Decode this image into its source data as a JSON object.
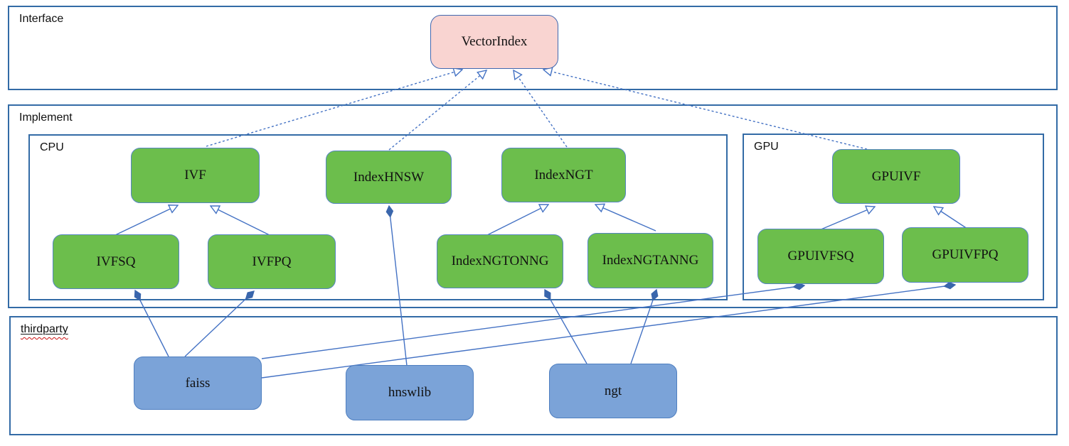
{
  "diagram": {
    "title_hint": "VectorIndex interface implementation diagram",
    "containers": {
      "interface": {
        "label": "Interface"
      },
      "implement": {
        "label": "Implement"
      },
      "cpu": {
        "label": "CPU"
      },
      "gpu": {
        "label": "GPU"
      },
      "thirdparty": {
        "label": "thirdparty",
        "spellcheck_underline": true
      }
    },
    "nodes": {
      "vectorindex": {
        "label": "VectorIndex",
        "kind": "interface"
      },
      "ivf": {
        "label": "IVF",
        "kind": "cpu-implementation"
      },
      "indexhnsw": {
        "label": "IndexHNSW",
        "kind": "cpu-implementation"
      },
      "indexngt": {
        "label": "IndexNGT",
        "kind": "cpu-implementation"
      },
      "ivfsq": {
        "label": "IVFSQ",
        "kind": "cpu-implementation"
      },
      "ivfpq": {
        "label": "IVFPQ",
        "kind": "cpu-implementation"
      },
      "indexngtonng": {
        "label": "IndexNGTONNG",
        "kind": "cpu-implementation"
      },
      "indexngtanng": {
        "label": "IndexNGTANNG",
        "kind": "cpu-implementation"
      },
      "gpuivf": {
        "label": "GPUIVF",
        "kind": "gpu-implementation"
      },
      "gpuivfsq": {
        "label": "GPUIVFSQ",
        "kind": "gpu-implementation"
      },
      "gpuivfpq": {
        "label": "GPUIVFPQ",
        "kind": "gpu-implementation"
      },
      "faiss": {
        "label": "faiss",
        "kind": "thirdparty-library"
      },
      "hnswlib": {
        "label": "hnswlib",
        "kind": "thirdparty-library"
      },
      "ngt": {
        "label": "ngt",
        "kind": "thirdparty-library"
      }
    },
    "relationships": [
      {
        "from": "IVF",
        "to": "VectorIndex",
        "type": "realization-dashed-hollow-arrow"
      },
      {
        "from": "IndexHNSW",
        "to": "VectorIndex",
        "type": "realization-dashed-hollow-arrow"
      },
      {
        "from": "IndexNGT",
        "to": "VectorIndex",
        "type": "realization-dashed-hollow-arrow"
      },
      {
        "from": "GPUIVF",
        "to": "VectorIndex",
        "type": "realization-dashed-hollow-arrow"
      },
      {
        "from": "IVFSQ",
        "to": "IVF",
        "type": "generalization-hollow-arrow"
      },
      {
        "from": "IVFPQ",
        "to": "IVF",
        "type": "generalization-hollow-arrow"
      },
      {
        "from": "IndexNGTONNG",
        "to": "IndexNGT",
        "type": "generalization-hollow-arrow"
      },
      {
        "from": "IndexNGTANNG",
        "to": "IndexNGT",
        "type": "generalization-hollow-arrow"
      },
      {
        "from": "GPUIVFSQ",
        "to": "GPUIVF",
        "type": "generalization-hollow-arrow"
      },
      {
        "from": "GPUIVFPQ",
        "to": "GPUIVF",
        "type": "generalization-hollow-arrow"
      },
      {
        "from": "faiss",
        "to": "IVFSQ",
        "type": "composition-filled-diamond"
      },
      {
        "from": "faiss",
        "to": "IVFPQ",
        "type": "composition-filled-diamond"
      },
      {
        "from": "faiss",
        "to": "GPUIVFSQ",
        "type": "composition-filled-diamond"
      },
      {
        "from": "faiss",
        "to": "GPUIVFPQ",
        "type": "composition-filled-diamond"
      },
      {
        "from": "hnswlib",
        "to": "IndexHNSW",
        "type": "composition-filled-diamond"
      },
      {
        "from": "ngt",
        "to": "IndexNGTONNG",
        "type": "composition-filled-diamond"
      },
      {
        "from": "ngt",
        "to": "IndexNGTANNG",
        "type": "composition-filled-diamond"
      }
    ],
    "colors": {
      "interface_node_fill": "#f9d4d1",
      "implementation_node_fill": "#6cbe4c",
      "thirdparty_node_fill": "#7ba3d8",
      "container_border": "#336ba6",
      "connector": "#4472c4",
      "diamond_fill": "#3a66ac",
      "spellcheck_wave": "#cc1111"
    }
  }
}
